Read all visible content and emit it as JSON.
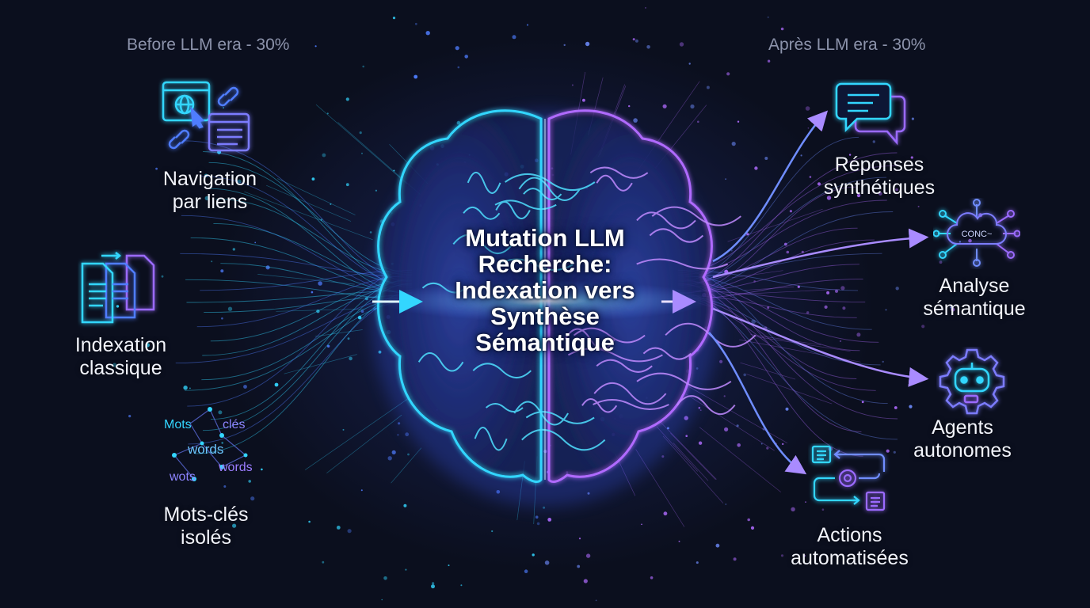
{
  "header": {
    "left_era": "Before LLM era - 30%",
    "right_era": "Après LLM era - 30%"
  },
  "center": {
    "title_lines": [
      "Mutation LLM",
      "Recherche:",
      "Indexation vers",
      "Synthèse",
      "Sémantique"
    ]
  },
  "left_items": [
    {
      "icon": "browser-link-icon",
      "lines": [
        "Navigation",
        "par liens"
      ]
    },
    {
      "icon": "documents-icon",
      "lines": [
        "Indexation",
        "classique"
      ]
    },
    {
      "icon": "keyword-network-icon",
      "lines": [
        "Mots-clés",
        "isolés"
      ]
    }
  ],
  "keywords": [
    "Mots",
    "clés",
    "words",
    "words",
    "wots"
  ],
  "right_items": [
    {
      "icon": "chat-bubbles-icon",
      "lines": [
        "Réponses",
        "synthétiques"
      ]
    },
    {
      "icon": "concept-network-icon",
      "icon_text": "CONC~",
      "lines": [
        "Analyse",
        "sémantique"
      ]
    },
    {
      "icon": "robot-gear-icon",
      "lines": [
        "Agents",
        "autonomes"
      ]
    },
    {
      "icon": "workflow-icon",
      "lines": [
        "Actions",
        "automatisées"
      ]
    }
  ],
  "colors": {
    "background": "#0b0f1e",
    "cyan": "#33d6ff",
    "blue": "#4f7dff",
    "purple": "#b06bff",
    "text": "#f2f4fb",
    "muted": "#8c93ab"
  }
}
